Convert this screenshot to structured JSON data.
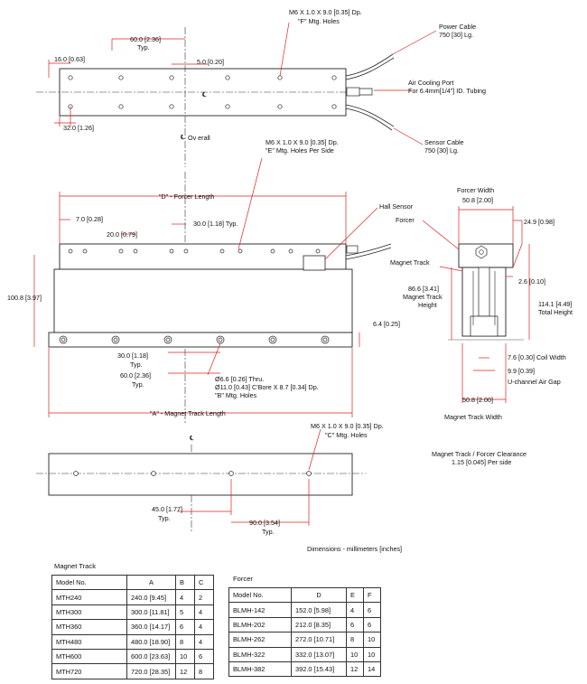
{
  "top_view": {
    "holes_f": "M6 X 1.0 X 9.0 [0.35] Dp.",
    "holes_f2": "\"F\" Mtg. Holes",
    "power_cable": "Power Cable",
    "power_cable_len": "750 [30] Lg.",
    "dim_60": "60.0 [2.36]",
    "dim_60_typ": "Typ.",
    "dim_16": "16.0 [0.63]",
    "dim_5": "5.0 [0.20]",
    "air_port": "Air Cooling Port",
    "air_port2": "For 6.4mm[1/4\"] ID. Tubing",
    "dim_32": "32.0 [1.26]",
    "sensor_cable": "Sensor Cable",
    "sensor_cable_len": "750 [30] Lg.",
    "overall": "Ov erall",
    "cl_symbol": "℄"
  },
  "side_view": {
    "holes_e": "M6 X 1.0 X 9.0 [0.35] Dp.",
    "holes_e2": "\"E\" Mtg. Holes Per Side",
    "forcer_length": "\"D\" - Forcer Length",
    "hall_sensor": "Hall Sensor",
    "dim_7": "7.0 [0.28]",
    "dim_30": "30.0 [1.18] Typ.",
    "dim_20": "20.0 [0.79]",
    "dim_100": "100.8 [3.97]",
    "dim_6_4": "6.4 [0.25]",
    "dim_30b": "30.0 [1.18]",
    "dim_30b_typ": "Typ.",
    "dim_60b": "60.0 [2.36]",
    "dim_60b_typ": "Typ.",
    "holes_b1": "Ø6.6 [0.26] Thru.",
    "holes_b2": "Ø11.0 [0.43] C'Bore X 8.7 [0.34] Dp.",
    "holes_b3": "\"B\" Mtg. Holes",
    "track_length": "\"A\" - Magnet Track Length"
  },
  "end_view": {
    "forcer_width": "Forcer Width",
    "forcer_width_dim": "50.8 [2.00]",
    "forcer": "Forcer",
    "dim_24_9": "24.9 [0.98]",
    "magnet_track": "Magnet Track",
    "dim_2_6": "2.6 [0.10]",
    "dim_86_6": "86.6 [3.41]",
    "magnet_track_height": "Magnet Track",
    "magnet_track_height2": "Height",
    "dim_114": "114.1 [4.49]",
    "total_height": "Total Height",
    "coil_width": "7.6 [0.30] Coil Width",
    "air_gap_dim": "9.9 [0.39]",
    "air_gap": "U-channel Air Gap",
    "track_width_dim": "50.8 [2.00]",
    "track_width": "Magnet Track Width"
  },
  "bottom_view": {
    "holes_c": "M6 X 1.0 X 9.0 [0.35] Dp.",
    "holes_c2": "\"C\" Mtg. Holes",
    "dim_45": "45.0 [1.77]",
    "dim_45_typ": "Typ.",
    "dim_90": "90.0 [3.54]",
    "dim_90_typ": "Typ.",
    "clearance": "Magnet Track / Forcer Clearance",
    "clearance2": "1.15 [0.045] Per side",
    "units": "Dimensions - millimeters [inches]"
  },
  "magnet_track_table": {
    "title": "Magnet Track",
    "headers": [
      "Model No.",
      "A",
      "B",
      "C"
    ],
    "rows": [
      [
        "MTH240",
        "240.0  [9.45]",
        "4",
        "2"
      ],
      [
        "MTH300",
        "300.0 [11.81]",
        "5",
        "4"
      ],
      [
        "MTH360",
        "360.0 [14.17]",
        "6",
        "4"
      ],
      [
        "MTH480",
        "480.0 [18.90]",
        "8",
        "4"
      ],
      [
        "MTH600",
        "600.0 [23.63]",
        "10",
        "6"
      ],
      [
        "MTH720",
        "720.0 [28.35]",
        "12",
        "8"
      ]
    ]
  },
  "forcer_table": {
    "title": "Forcer",
    "headers": [
      "Model No.",
      "D",
      "E",
      "F"
    ],
    "rows": [
      [
        "BLMH-142",
        "152.0   [5.98]",
        "4",
        "6"
      ],
      [
        "BLMH-202",
        "212.0   [8.35]",
        "6",
        "6"
      ],
      [
        "BLMH-262",
        "272.0 [10.71]",
        "8",
        "10"
      ],
      [
        "BLMH-322",
        "332.0 [13.07]",
        "10",
        "10"
      ],
      [
        "BLMH-382",
        "392.0 [15.43]",
        "12",
        "14"
      ]
    ]
  }
}
